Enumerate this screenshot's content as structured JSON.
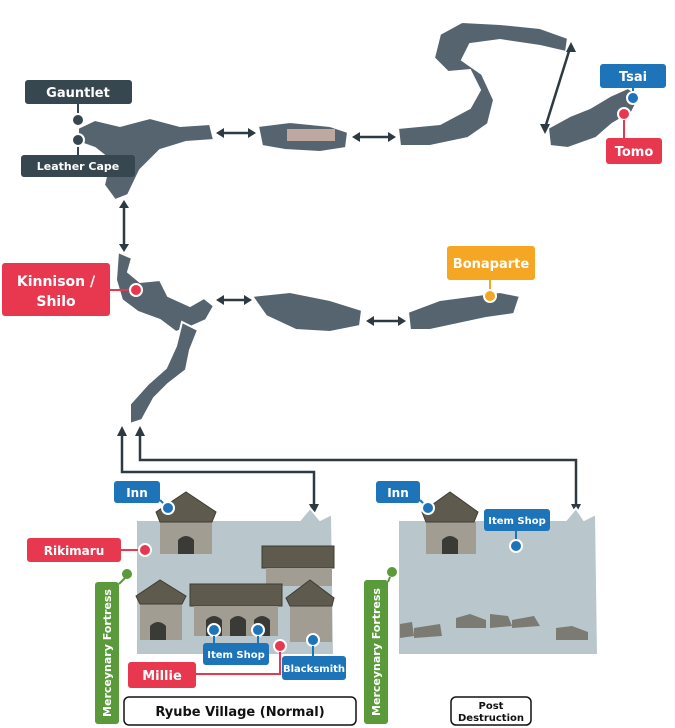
{
  "colors": {
    "dark_label": "#37474f",
    "red_label": "#e8384f",
    "blue_label": "#1e74b8",
    "orange_label": "#f5a623",
    "green_label": "#5a9a3a",
    "cave": "#55646e",
    "town_ground": "#b9c6cc"
  },
  "labels": {
    "gauntlet": "Gauntlet",
    "leather_cape": "Leather Cape",
    "tsai": "Tsai",
    "tomo": "Tomo",
    "kinnison_line1": "Kinnison /",
    "kinnison_line2": "Shilo",
    "bonaparte": "Bonaparte",
    "inn_left": "Inn",
    "rikimaru": "Rikimaru",
    "item_shop_left": "Item Shop",
    "blacksmith": "Blacksmith",
    "millie": "Millie",
    "mercenary_left": "Merceynary Fortress",
    "inn_right": "Inn",
    "item_shop_right": "Item Shop",
    "mercenary_right": "Merceynary Fortress"
  },
  "captions": {
    "ryube_normal": "Ryube Village (Normal)",
    "post_line1": "Post",
    "post_line2": "Destruction"
  },
  "icons": [
    "double-arrow-icon",
    "location-pin-icon",
    "house-icon"
  ]
}
